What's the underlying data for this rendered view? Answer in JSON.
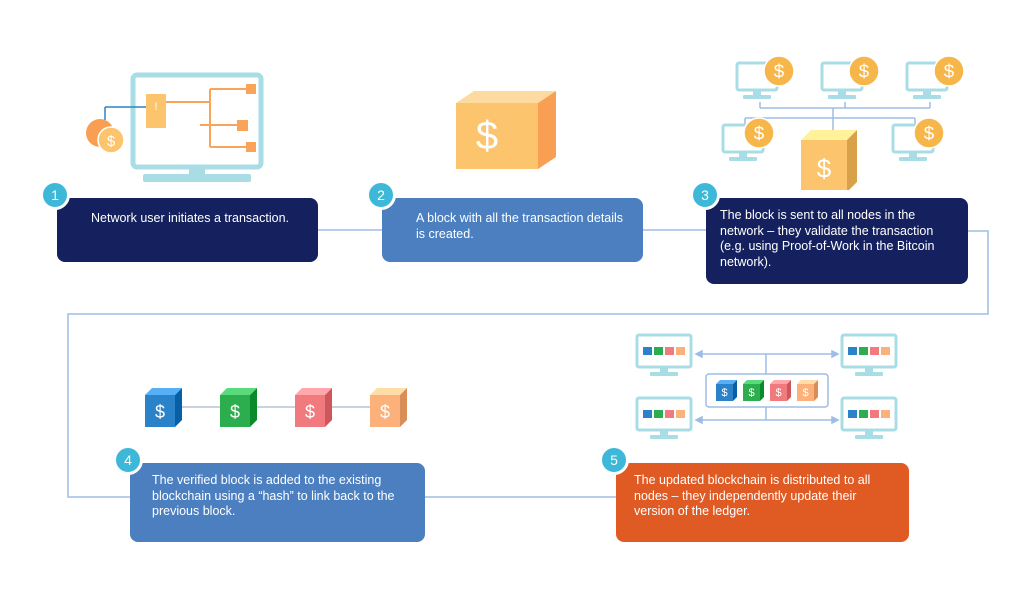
{
  "steps": [
    {
      "number": "1",
      "text": "Network user initiates a transaction."
    },
    {
      "number": "2",
      "text": "A block with all the transaction details is created."
    },
    {
      "number": "3",
      "text": "The block is sent to all nodes in the network – they validate the transaction (e.g. using Proof-of-Work in the Bitcoin network)."
    },
    {
      "number": "4",
      "text": "The verified block is added to the existing blockchain using a “hash” to link back to the previous block."
    },
    {
      "number": "5",
      "text": "The updated blockchain is distributed to all nodes – they independently update their version of the ledger."
    }
  ],
  "symbols": {
    "currency": "$",
    "alert": "!"
  },
  "colors": {
    "navy": "#14215e",
    "steel_blue": "#4b7fc0",
    "orange_red": "#e05a23",
    "teal": "#3db8d8",
    "monitor_teal": "#a8dde5",
    "coin_orange": "#f7b64a",
    "block_yellow": "#fcc56d",
    "block_orange": "#f99f53",
    "block_blue": "#2a83c9",
    "block_green": "#2dae4e",
    "block_red": "#f07a7e",
    "block_peach": "#fcb07a",
    "connector": "#9dbde6"
  }
}
